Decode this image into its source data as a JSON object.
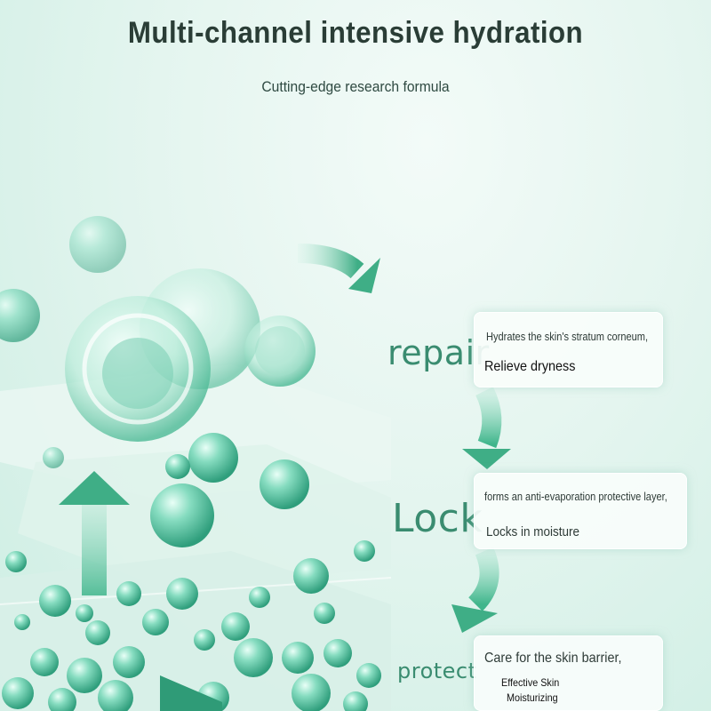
{
  "header": {
    "title": "Multi-channel intensive hydration",
    "subtitle": "Cutting-edge research formula"
  },
  "steps": [
    {
      "keyword": "repair",
      "lines": [
        "Hydrates the skin's stratum corneum,",
        "Relieve dryness"
      ]
    },
    {
      "keyword": "Lock",
      "lines": [
        "forms an anti-evaporation protective layer,",
        "Locks in moisture"
      ]
    },
    {
      "keyword": "protect",
      "lines": [
        "Care for the skin barrier,",
        "Effective Skin",
        "Moisturizing"
      ]
    }
  ],
  "colors": {
    "accent": "#3a8c70",
    "arrow": "#4fbf95",
    "bubble": "#5cc7a4",
    "background": "#e4f5ef"
  },
  "icons": [
    "down-arrow-icon",
    "up-arrow-icon",
    "water-bubble-icon"
  ]
}
